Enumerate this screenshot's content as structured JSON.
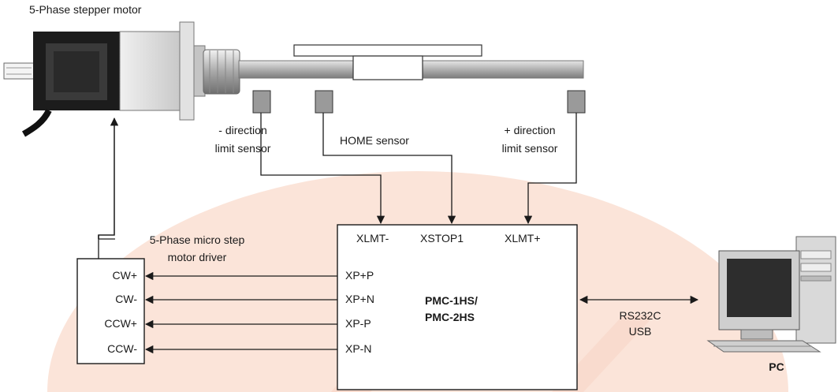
{
  "motor": {
    "title": "5-Phase stepper motor"
  },
  "sensors": {
    "minus_line1": "- direction",
    "minus_line2": "limit sensor",
    "home": "HOME sensor",
    "plus_line1": "+ direction",
    "plus_line2": "limit sensor"
  },
  "driver": {
    "title_line1": "5-Phase micro step",
    "title_line2": "motor driver",
    "ports": [
      "CW+",
      "CW-",
      "CCW+",
      "CCW-"
    ]
  },
  "controller": {
    "inputs": [
      "XLMT-",
      "XSTOP1",
      "XLMT+"
    ],
    "outputs": [
      "XP+P",
      "XP+N",
      "XP-P",
      "XP-N"
    ],
    "name_line1": "PMC-1HS/",
    "name_line2": "PMC-2HS"
  },
  "link": {
    "line1": "RS232C",
    "line2": "USB"
  },
  "pc": {
    "label": "PC"
  },
  "colors": {
    "watermark": "#fbe4d9",
    "line": "#1a1a1a",
    "sensor": "#9a9a9a"
  }
}
